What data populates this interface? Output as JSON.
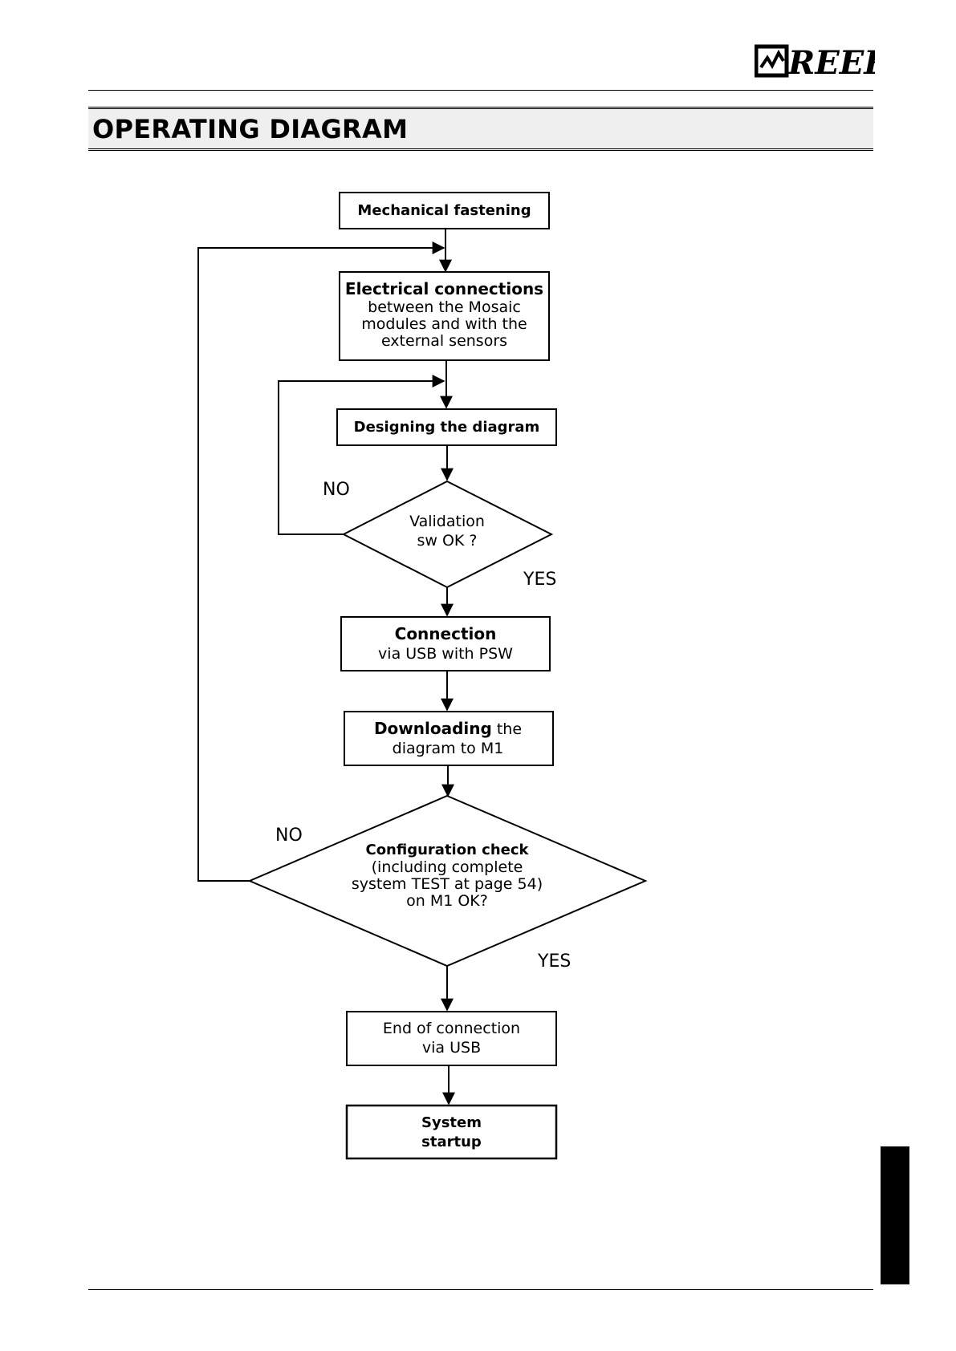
{
  "header": {
    "logo_text": "REER",
    "title": "OPERATING DIAGRAM"
  },
  "flowchart": {
    "nodes": {
      "mechanical": {
        "title": "Mechanical fastening"
      },
      "electrical": {
        "title": "Electrical connections",
        "lines": [
          "between the Mosaic",
          "modules and with the",
          "external sensors"
        ]
      },
      "designing": {
        "title": "Designing the diagram"
      },
      "validation": {
        "lines": [
          "Validation",
          "sw OK ?"
        ]
      },
      "connection": {
        "title": "Connection",
        "lines": [
          "via USB with PSW"
        ]
      },
      "downloading": {
        "title": "Downloading",
        "title_suffix": " the",
        "lines": [
          "diagram to M1"
        ]
      },
      "config_check": {
        "title": "Configuration check",
        "lines": [
          "(including complete",
          "system TEST at page 54)",
          "on M1 OK?"
        ]
      },
      "end_connection": {
        "lines": [
          "End of connection",
          "via USB"
        ]
      },
      "startup": {
        "lines": [
          "System",
          "startup"
        ]
      }
    },
    "labels": {
      "validation_no": "NO",
      "validation_yes": "YES",
      "config_no": "NO",
      "config_yes": "YES"
    }
  }
}
